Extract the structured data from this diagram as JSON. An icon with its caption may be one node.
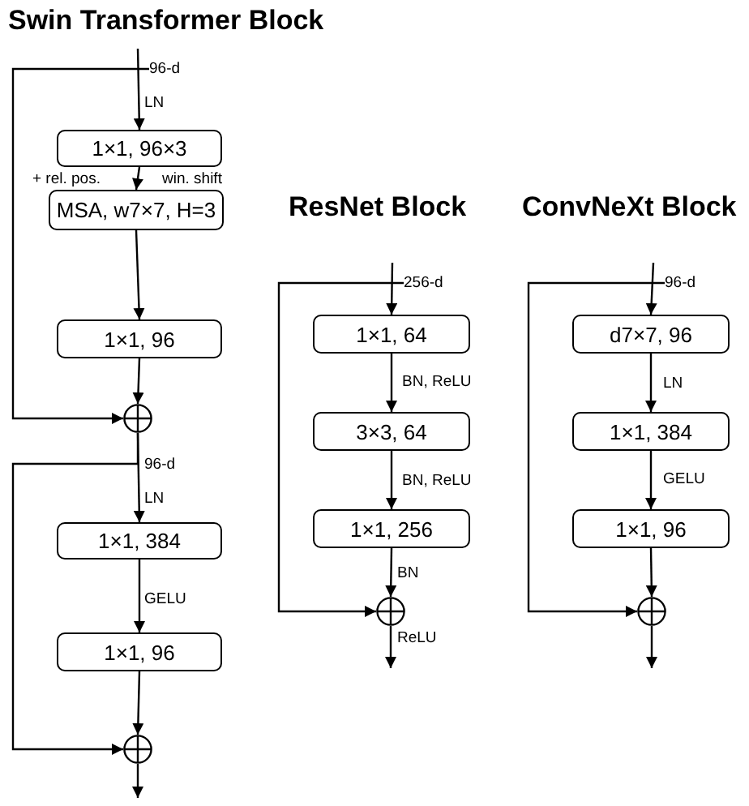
{
  "diagram": {
    "nodes": [
      {
        "text": [
          "96-d"
        ]
      },
      {
        "text": [
          "1×1, 96×3"
        ]
      },
      {
        "text": [
          "MSA, w7×7, H=3"
        ],
        "beside": [
          "+ rel. pos.",
          "win. shift"
        ]
      },
      {
        "text": [
          "1×1, 96"
        ]
      },
      {
        "text": [],
        "shape": "circle"
      },
      {
        "text": [
          "1×1, 384"
        ]
      },
      {
        "text": [
          "1×1, 96"
        ]
      },
      {
        "text": [],
        "shape": "circle"
      },
      {
        "text": [
          "256-d"
        ]
      },
      {
        "text": [
          "1×1, 64"
        ]
      },
      {
        "text": [
          "3×3, 64"
        ]
      },
      {
        "text": [
          "1×1, 256"
        ]
      },
      {
        "text": [],
        "shape": "circle"
      },
      {
        "text": [
          "96-d"
        ]
      },
      {
        "text": [
          "d7×7, 96"
        ]
      },
      {
        "text": [
          "1×1, 384"
        ]
      },
      {
        "text": [
          "1×1, 96"
        ]
      },
      {
        "text": [],
        "shape": "circle"
      }
    ],
    "edges": [
      {
        "from": 0,
        "to": 1,
        "arrow": "to",
        "label": "LN"
      },
      {
        "from": 0,
        "to": 4,
        "arrow": "to"
      },
      {
        "from": 1,
        "to": 2,
        "arrow": "to"
      },
      {
        "from": 2,
        "to": 3,
        "arrow": "to"
      },
      {
        "from": 3,
        "to": 4,
        "arrow": "to"
      },
      {
        "from": 4,
        "to": 5,
        "arrow": "to",
        "label": "LN"
      },
      {
        "from": 4,
        "to": 7,
        "arrow": "to"
      },
      {
        "from": 5,
        "to": 6,
        "arrow": "to",
        "label": "GELU"
      },
      {
        "from": 6,
        "to": 7,
        "arrow": "to"
      },
      {
        "from": 7,
        "to": null,
        "arrow": "to"
      },
      {
        "from": 8,
        "to": 9,
        "arrow": "to"
      },
      {
        "from": 8,
        "to": 12,
        "arrow": "to"
      },
      {
        "from": 9,
        "to": 10,
        "arrow": "to",
        "label": "BN, ReLU"
      },
      {
        "from": 10,
        "to": 11,
        "arrow": "to",
        "label": "BN, ReLU"
      },
      {
        "from": 11,
        "to": 12,
        "arrow": "to",
        "label": "BN"
      },
      {
        "from": 12,
        "to": null,
        "arrow": "to",
        "label": "ReLU"
      },
      {
        "from": 13,
        "to": 14,
        "arrow": "to"
      },
      {
        "from": 13,
        "to": 17,
        "arrow": "to"
      },
      {
        "from": 14,
        "to": 15,
        "arrow": "to",
        "label": "LN"
      },
      {
        "from": 15,
        "to": 16,
        "arrow": "to",
        "label": "GELU"
      },
      {
        "from": 16,
        "to": 17,
        "arrow": "to"
      },
      {
        "from": 17,
        "to": null,
        "arrow": "to"
      }
    ],
    "labels": [
      "Swin Transformer Block",
      "96-d",
      "ResNet Block",
      "ConvNeXt Block"
    ]
  }
}
